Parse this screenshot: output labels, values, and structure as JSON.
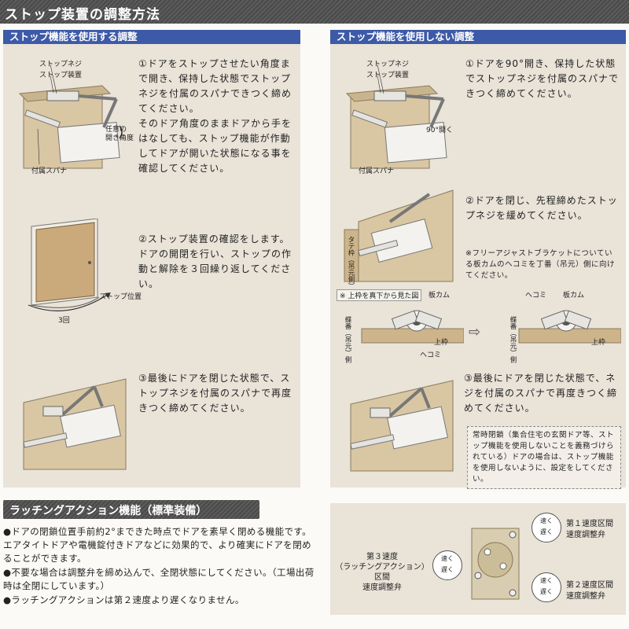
{
  "main_title": "ストップ装置の調整方法",
  "left": {
    "header": "ストップ機能を使用する調整",
    "steps": [
      "①ドアをストップさせたい角度まで開き、保持した状態でストップネジを付属のスパナできつく締めてください。\nそのドア角度のままドアから手をはなしても、ストップ機能が作動してドアが開いた状態になる事を確認してください。",
      "②ストップ装置の確認をします。ドアの開閉を行い、ストップの作動と解除を３回繰り返してください。",
      "③最後にドアを閉じた状態で、ストップネジを付属のスパナで再度きつく締めてください。"
    ],
    "labels": {
      "stop_screw": "ストップネジ",
      "stop_device": "ストップ装置",
      "any_angle": "任意の\n開き角度",
      "spanner": "付属スパナ",
      "stop_position": "ストップ位置",
      "three_times": "3回"
    }
  },
  "right": {
    "header": "ストップ機能を使用しない調整",
    "steps": [
      "①ドアを90°開き、保持した状態でストップネジを付属のスパナできつく締めてください。",
      "②ドアを閉じ、先程締めたストップネジを緩めてください。",
      "③最後にドアを閉じた状態で、ネジを付属のスパナで再度きつく締めてください。"
    ],
    "bracket_note": "※フリーアジャストブラケットについている板カムのヘコミを丁番（吊元）側に向けてください。",
    "view_note": "※ 上枠を真下から見た図",
    "end_note": "常時閉鎖（集合住宅の玄関ドア等、ストップ機能を使用しないことを義務づけられている）ドアの場合は、ストップ機能を使用しないように、設定をしてください。",
    "labels": {
      "stop_screw": "ストップネジ",
      "stop_device": "ストップ装置",
      "open_90": "90°開く",
      "spanner": "付属スパナ",
      "frame_side": "タテ枠（吊元側）",
      "plate_cam": "板カム",
      "dent": "ヘコミ",
      "hinge_side": "蝶番（吊元）側",
      "top_frame": "上枠"
    }
  },
  "latching": {
    "header": "ラッチングアクション機能（標準装備）",
    "bullets": [
      "●ドアの閉鎖位置手前約2°まできた時点でドアを素早く閉める機能です。エアタイトドアや電機錠付きドアなどに効果的で、より確実にドアを閉めることができます。",
      "●不要な場合は調整弁を締め込んで、全閉状態にしてください。（工場出荷時は全閉にしています。）",
      "●ラッチングアクションは第２速度より遅くなりません。"
    ],
    "valve1": "第１速度区間\n速度調整弁",
    "valve2": "第２速度区間\n速度調整弁",
    "valve3": "第３速度\n（ラッチングアクション）区間\n速度調整弁",
    "fast": "速く",
    "slow": "遅く"
  }
}
